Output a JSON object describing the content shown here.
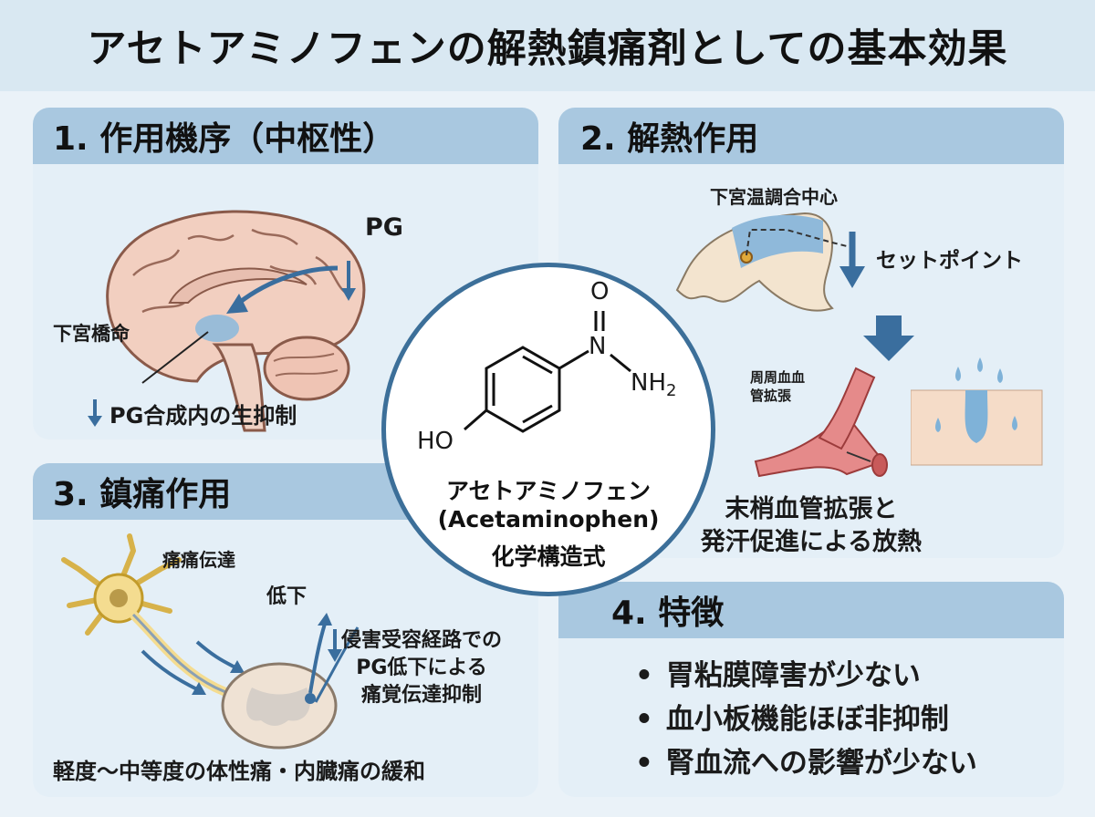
{
  "title": "アセトアミノフェンの解熱鎮痛剤としての基本効果",
  "panel1": {
    "heading": "1. 作用機序（中枢性）",
    "pg_label": "PG",
    "hypothalamus_label": "下宮橋命",
    "caption": "PG合成内の生抑制"
  },
  "panel2": {
    "heading": "2. 解熱作用",
    "center_label": "下宮温調合中心",
    "setpoint_label": "セットポイント",
    "vessel_label_1": "周周血血",
    "vessel_label_2": "管拡張",
    "caption_1": "末梢血管拡張と",
    "caption_2": "発汗促進による放熱"
  },
  "panel3": {
    "heading": "3. 鎮痛作用",
    "transmission_label": "痛痛伝達",
    "decrease_label": "低下",
    "pathway_1": "侵害受容経路での",
    "pathway_2": "PG低下による",
    "pathway_3": "痛覚伝達抑制",
    "caption": "軽度〜中等度の体性痛・内臓痛の緩和"
  },
  "panel4": {
    "heading": "4. 特徴",
    "items": [
      "胃粘膜障害が少ない",
      "血小板機能ほぼ非抑制",
      "腎血流への影響が少ない"
    ]
  },
  "center": {
    "atom_o": "O",
    "atom_n": "N",
    "atom_nh2": "NH",
    "atom_nh2_sub": "2",
    "atom_ho": "HO",
    "name_jp": "アセトアミノフェン",
    "name_en": "(Acetaminophen)",
    "subtitle": "化学構造式"
  },
  "colors": {
    "header_band": "#a9c8e0",
    "panel_bg": "#e4eff7",
    "arrow_blue": "#3a6e9e",
    "circle_border": "#3c6f99"
  }
}
